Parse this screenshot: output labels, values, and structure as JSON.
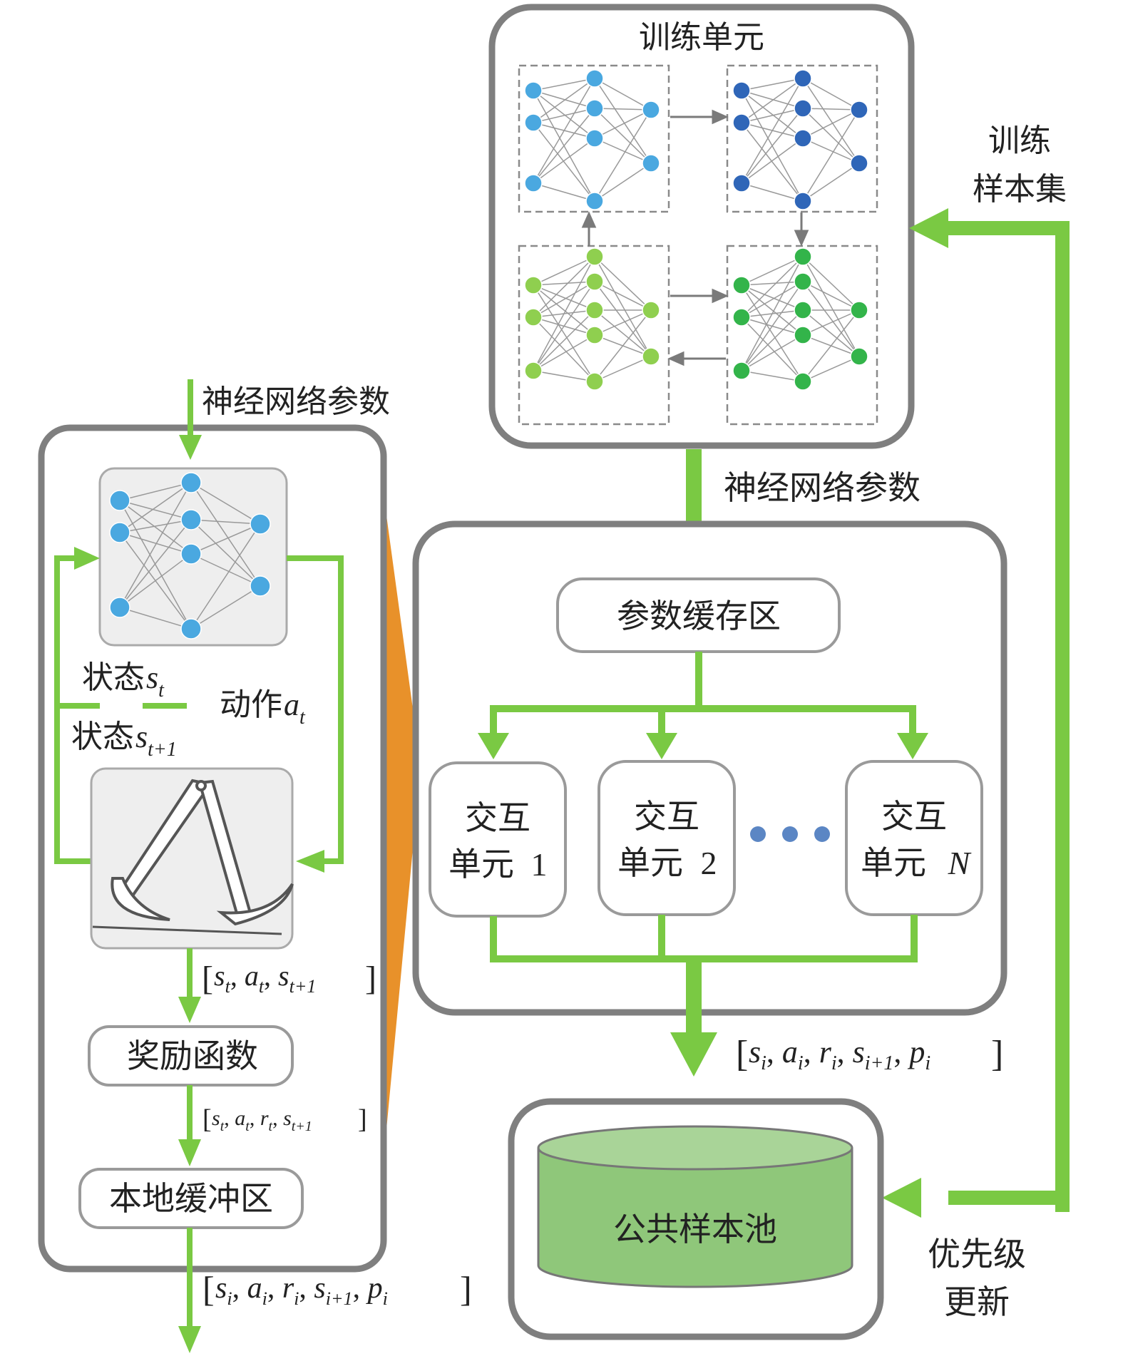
{
  "colors": {
    "green_arrow": "#7ac943",
    "box_border": "#7f7f7f",
    "blue_node": "#4aa8e0",
    "dark_blue_node": "#2f66b8",
    "light_green_node": "#8fcf4f",
    "dark_green_node": "#33b44a",
    "orange": "#e8912a",
    "pool_fill": "#8fc77a"
  },
  "training": {
    "title": "训练单元",
    "samples_line1": "训练",
    "samples_line2": "样本集",
    "nn_params": "神经网络参数"
  },
  "param_buffer": "参数缓存区",
  "interaction_units": [
    {
      "line1": "交互",
      "line2": "单元",
      "index": "1",
      "index_italic": false
    },
    {
      "line1": "交互",
      "line2": "单元",
      "index": "2",
      "index_italic": false
    },
    {
      "line1": "交互",
      "line2": "单元",
      "index": "N",
      "index_italic": true
    }
  ],
  "ellipsis_dots": 3,
  "merged_tuple": {
    "bracket_open": "[",
    "parts": [
      "s_i",
      "a_i",
      "r_i",
      "s_{i+1}",
      "p_i"
    ],
    "bracket_close": "]"
  },
  "pool": {
    "label": "公共样本池",
    "priority_line1": "优先级",
    "priority_line2": "更新"
  },
  "left_panel": {
    "nn_params": "神经网络参数",
    "state_st": {
      "text": "状态",
      "var": "s",
      "sub": "t"
    },
    "action_at": {
      "text": "动作",
      "var": "a",
      "sub": "t"
    },
    "state_st1": {
      "text": "状态",
      "var": "s",
      "sub": "t+1"
    },
    "tuple1": "[s_t, a_t, s_{t+1}]",
    "reward_fn": "奖励函数",
    "tuple2": "[s_t, a_t, r_t, s_{t+1}]",
    "local_buffer": "本地缓冲区",
    "tuple3": "[s_i, a_i, r_i, s_{i+1}, p_i]"
  }
}
